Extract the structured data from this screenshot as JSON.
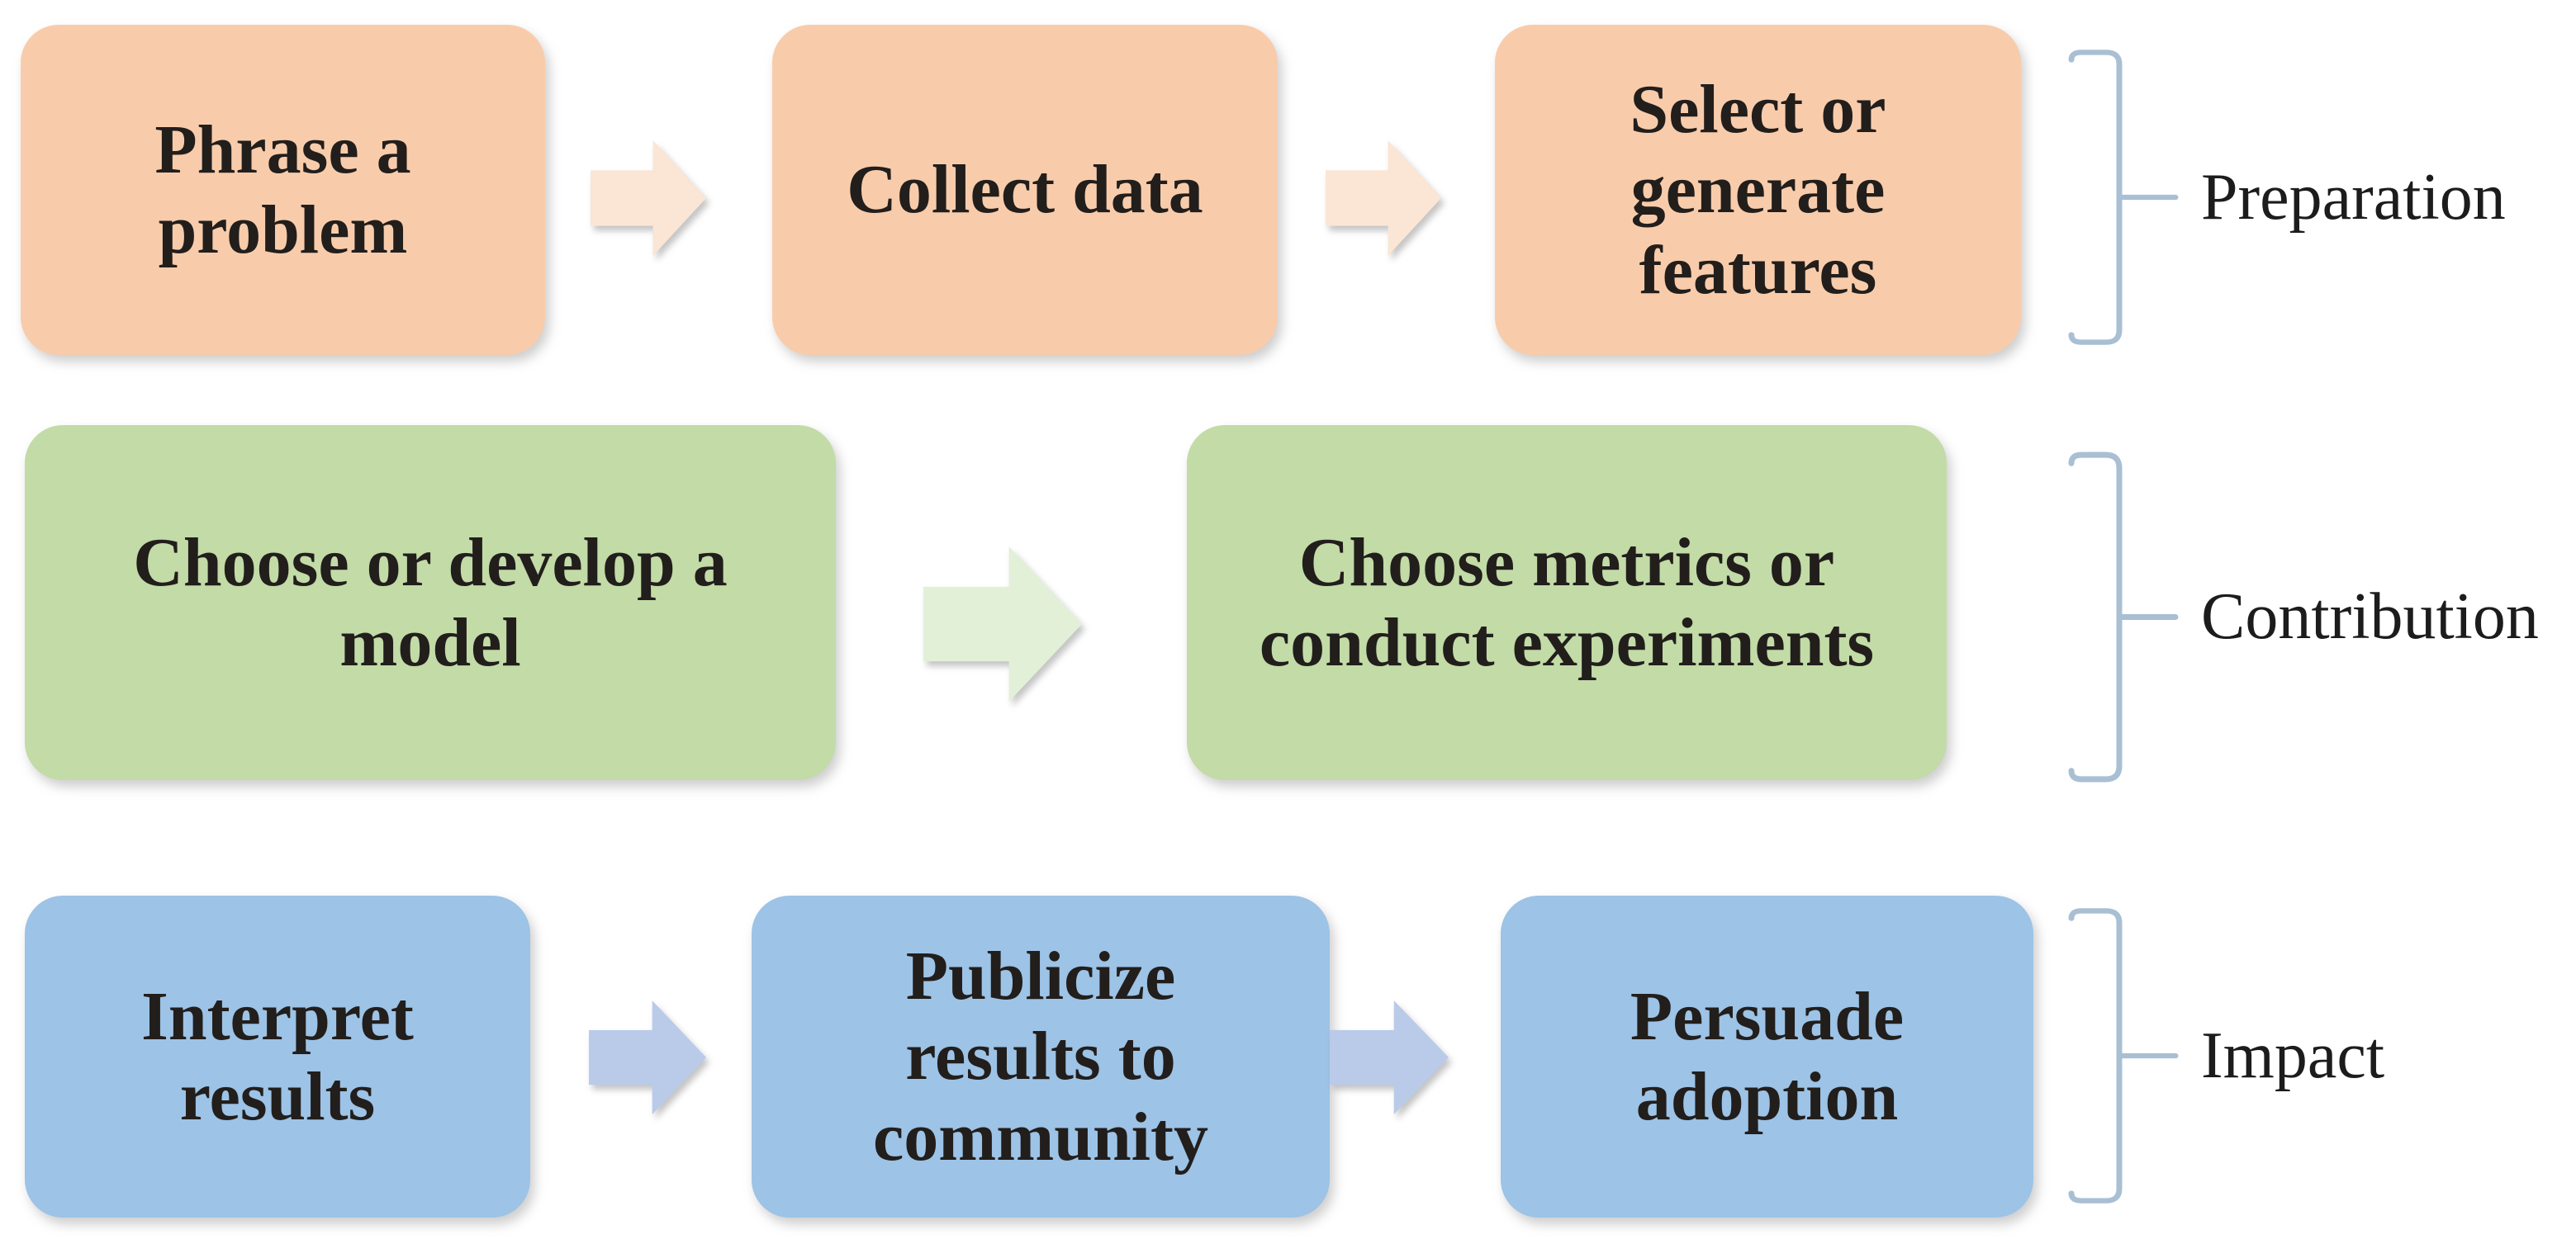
{
  "diagram": {
    "background_color": "#FFFFFF",
    "box_text_color": "#221E1C",
    "stage_label_color": "#1C1C1C",
    "bracket_color": "#A9BFD3",
    "stages": [
      {
        "label": "Preparation",
        "box_color": "#F8CCAB",
        "arrow_color": "#FBE5D4",
        "steps": [
          "Phrase a\nproblem",
          "Collect data",
          "Select or\ngenerate\nfeatures"
        ]
      },
      {
        "label": "Contribution",
        "box_color": "#C2DBA7",
        "arrow_color": "#E3F0D8",
        "steps": [
          "Choose or develop a\nmodel",
          "Choose metrics or\nconduct experiments"
        ]
      },
      {
        "label": "Impact",
        "box_color": "#9DC3E6",
        "arrow_color": "#B9CBE9",
        "steps": [
          "Interpret\nresults",
          "Publicize\nresults to\ncommunity",
          "Persuade\nadoption"
        ]
      }
    ]
  }
}
